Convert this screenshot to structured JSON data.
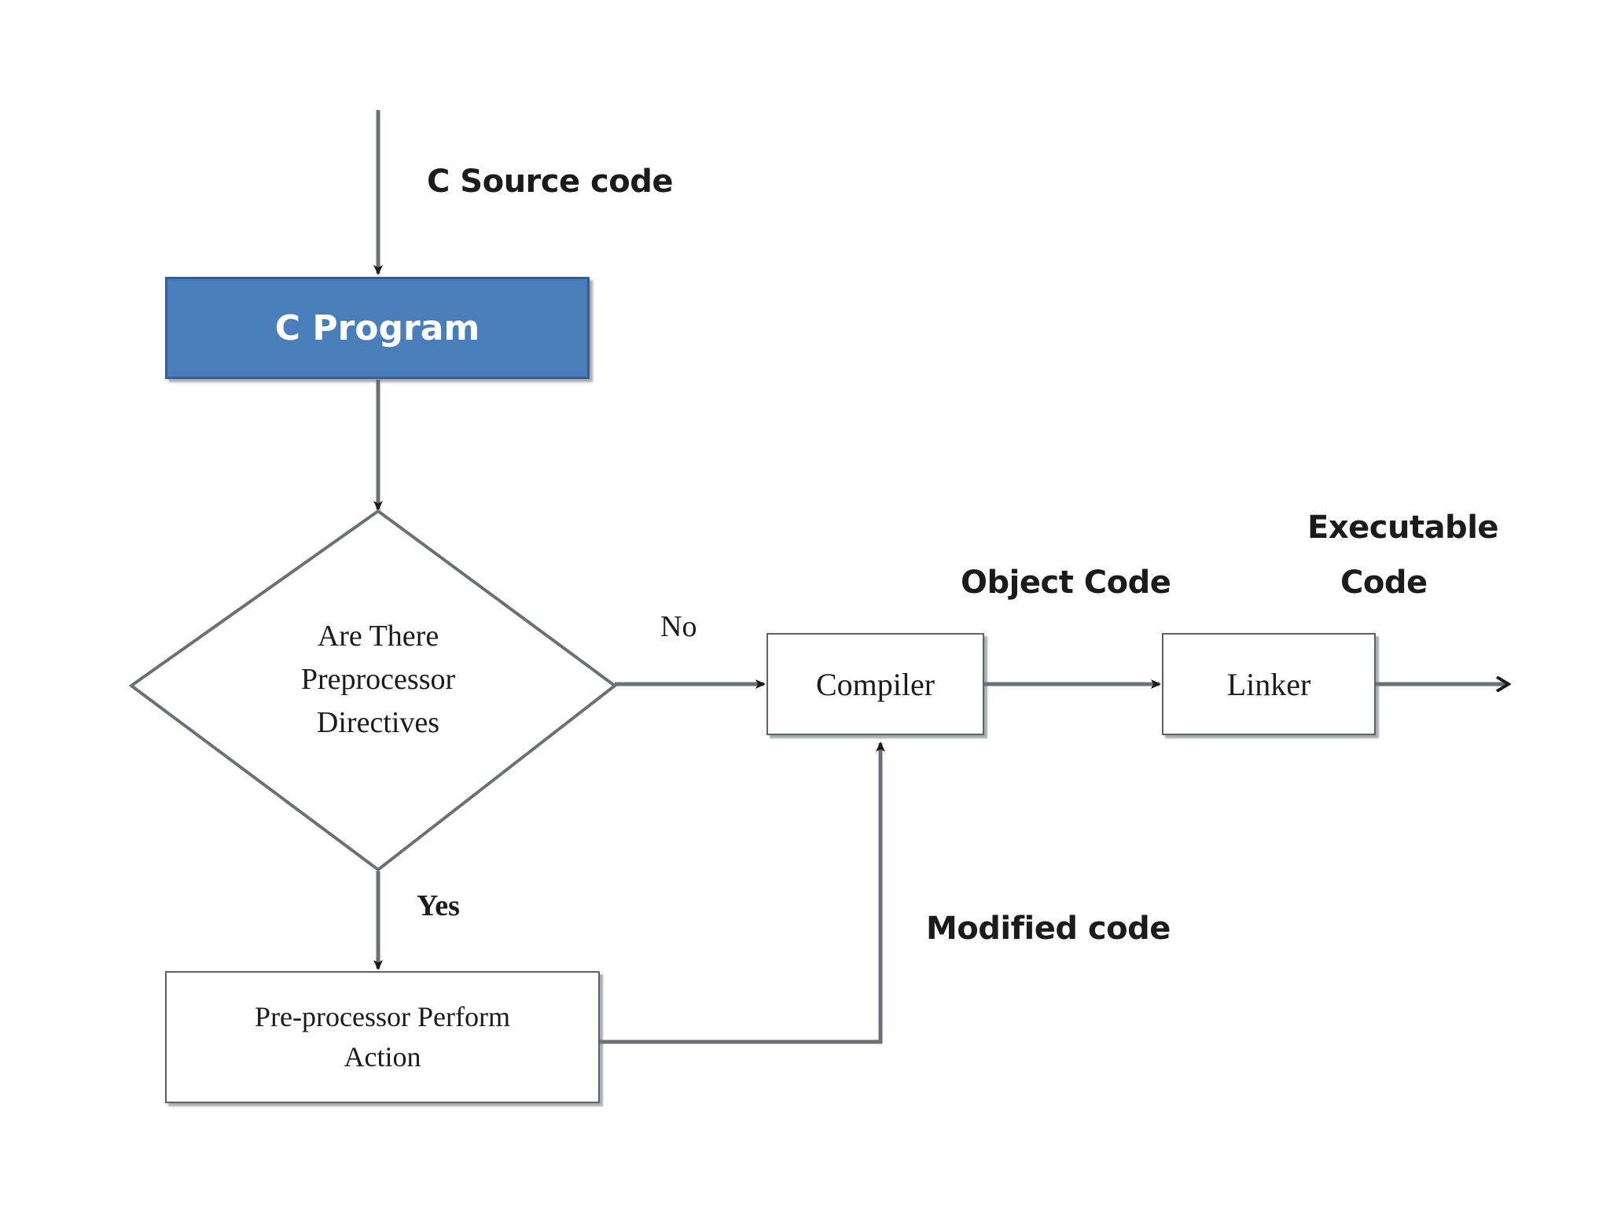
{
  "diagram": {
    "title": "C compilation process flowchart",
    "colors": {
      "process_fill": "#4a7ebb",
      "process_border": "#36608f",
      "process_text": "#ffffff",
      "box_border": "#5d6166",
      "connector": "#6b7076",
      "text": "#1b1b1b",
      "background": "#ffffff"
    },
    "nodes": {
      "c_program": {
        "label": "C Program",
        "shape": "rectangle"
      },
      "decision": {
        "label": "Are There\nPreprocessor\nDirectives",
        "shape": "diamond"
      },
      "compiler": {
        "label": "Compiler",
        "shape": "rectangle"
      },
      "linker": {
        "label": "Linker",
        "shape": "rectangle"
      },
      "preprocessor": {
        "label": "Pre-processor Perform\nAction",
        "shape": "rectangle"
      }
    },
    "edge_labels": {
      "source_code": "C Source code",
      "no": "No",
      "yes": "Yes",
      "object_code": "Object Code",
      "executable_code_line1": "Executable",
      "executable_code_line2": "Code",
      "modified_code": "Modified code"
    }
  }
}
